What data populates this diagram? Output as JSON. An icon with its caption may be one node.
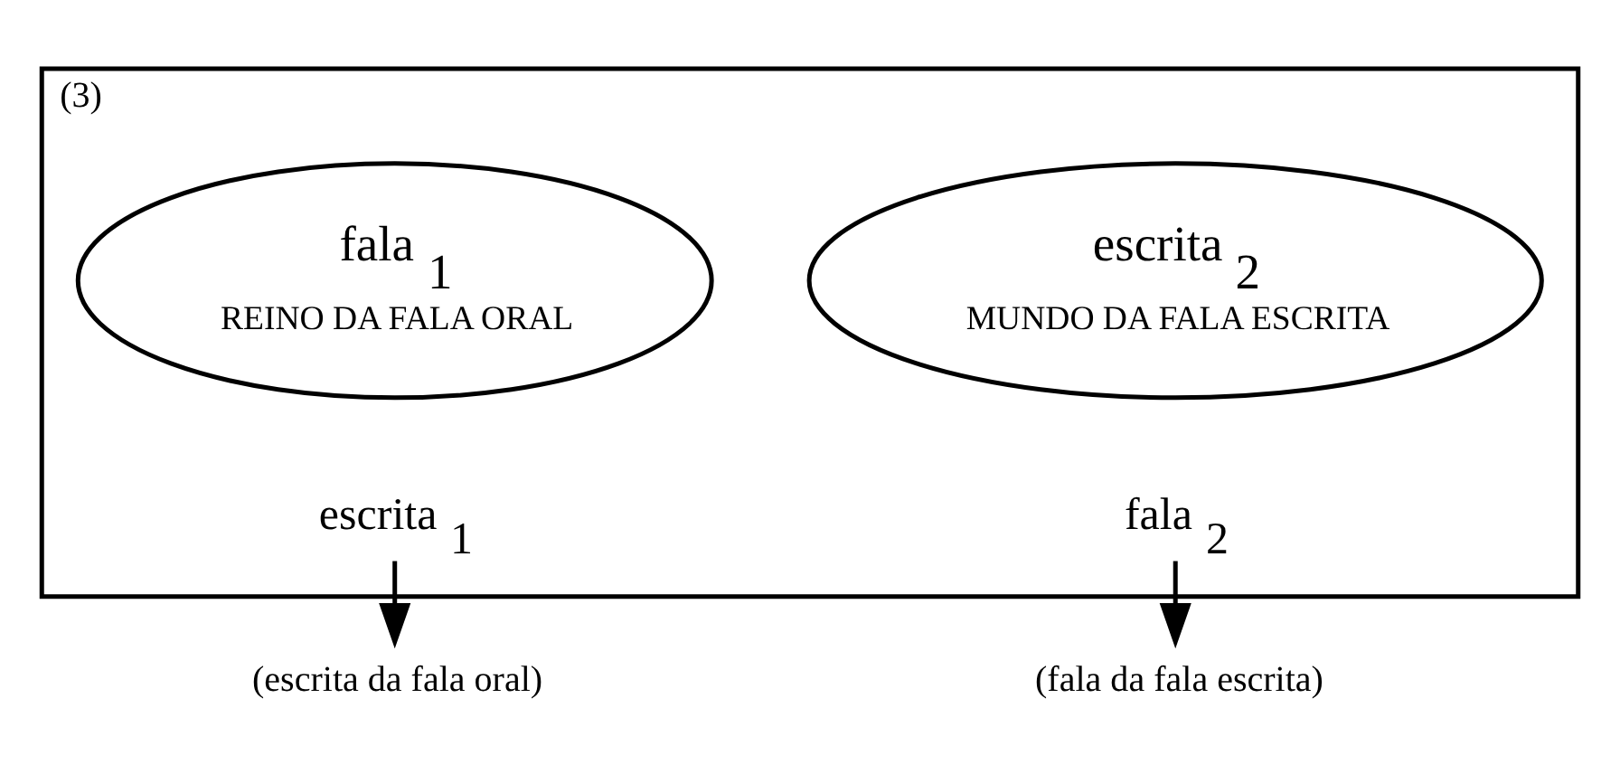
{
  "diagram": {
    "nodes": [
      {
        "text": [
          "(3)"
        ]
      },
      {
        "text": [
          "fala $_{1}$",
          "REINO DA FALA ORAL"
        ],
        "in": 0
      },
      {
        "text": [
          "escrita $_{2}$",
          "MUNDO DA FALA ESCRITA"
        ],
        "in": 0
      },
      {
        "text": [
          "escrita $_{1}$"
        ],
        "in": 0
      },
      {
        "text": [
          "fala $_{2}$"
        ],
        "in": 0
      },
      {
        "text": [
          "(escrita da fala oral)"
        ]
      },
      {
        "text": [
          "(fala da fala escrita)"
        ]
      }
    ],
    "edges": [
      {
        "from": 3,
        "to": 5,
        "arrow": "to"
      },
      {
        "from": 4,
        "to": 6,
        "arrow": "to"
      }
    ]
  }
}
